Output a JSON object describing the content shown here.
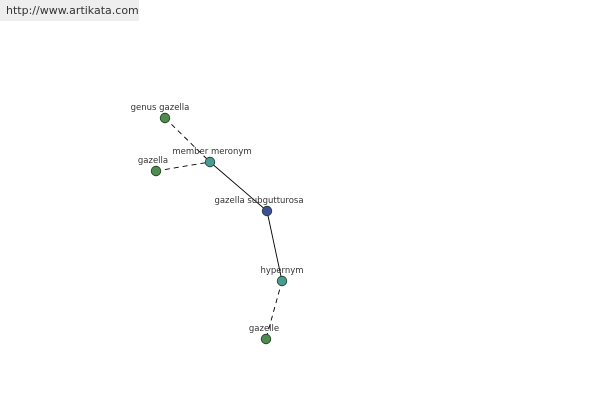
{
  "site": {
    "url": "http://www.artikata.com"
  },
  "colors": {
    "background": "#ffffff",
    "url_bar": "#eeeeee",
    "edge": "#000000",
    "word_node": "#4f8a4f",
    "relation_node": "#4a9a94",
    "center_node": "#3c4f9a"
  },
  "graph": {
    "nodes": [
      {
        "id": "genus-gazella",
        "label": "genus gazella",
        "kind": "word"
      },
      {
        "id": "gazella",
        "label": "gazella",
        "kind": "word"
      },
      {
        "id": "member-meronym",
        "label": "member meronym",
        "kind": "relation"
      },
      {
        "id": "gazella-subgutturosa",
        "label": "gazella subgutturosa",
        "kind": "center"
      },
      {
        "id": "hypernym",
        "label": "hypernym",
        "kind": "relation"
      },
      {
        "id": "gazelle",
        "label": "gazelle",
        "kind": "word"
      }
    ],
    "edges": [
      {
        "from": "genus-gazella",
        "to": "member-meronym",
        "style": "dashed"
      },
      {
        "from": "gazella",
        "to": "member-meronym",
        "style": "dashed"
      },
      {
        "from": "member-meronym",
        "to": "gazella-subgutturosa",
        "style": "solid"
      },
      {
        "from": "gazella-subgutturosa",
        "to": "hypernym",
        "style": "solid"
      },
      {
        "from": "hypernym",
        "to": "gazelle",
        "style": "dashed"
      }
    ]
  }
}
